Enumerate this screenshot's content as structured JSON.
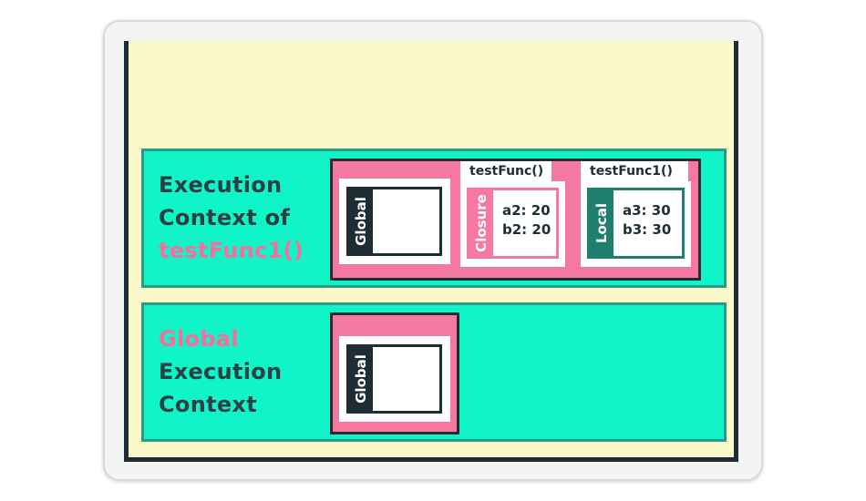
{
  "upper_context": {
    "label_line1": "Execution",
    "label_line2": "Context of",
    "label_line3": "testFunc1()",
    "global_scope": {
      "tag": "Global"
    },
    "closure_scope": {
      "header": "testFunc()",
      "tag": "Closure",
      "vars": [
        "a2: 20",
        "b2: 20"
      ]
    },
    "local_scope": {
      "header": "testFunc1()",
      "tag": "Local",
      "vars": [
        "a3: 30",
        "b3: 30"
      ]
    }
  },
  "lower_context": {
    "label_line1": "Global",
    "label_line2": "Execution",
    "label_line3": "Context",
    "global_scope": {
      "tag": "Global"
    }
  },
  "colors": {
    "context_fill": "#10f5c8",
    "scope_chain_fill": "#f578a0",
    "stage_fill": "#fbf9cc",
    "dark_tab": "#1e2d33",
    "local_tab": "#1f7f6d",
    "highlight_text": "#f46f9c"
  }
}
